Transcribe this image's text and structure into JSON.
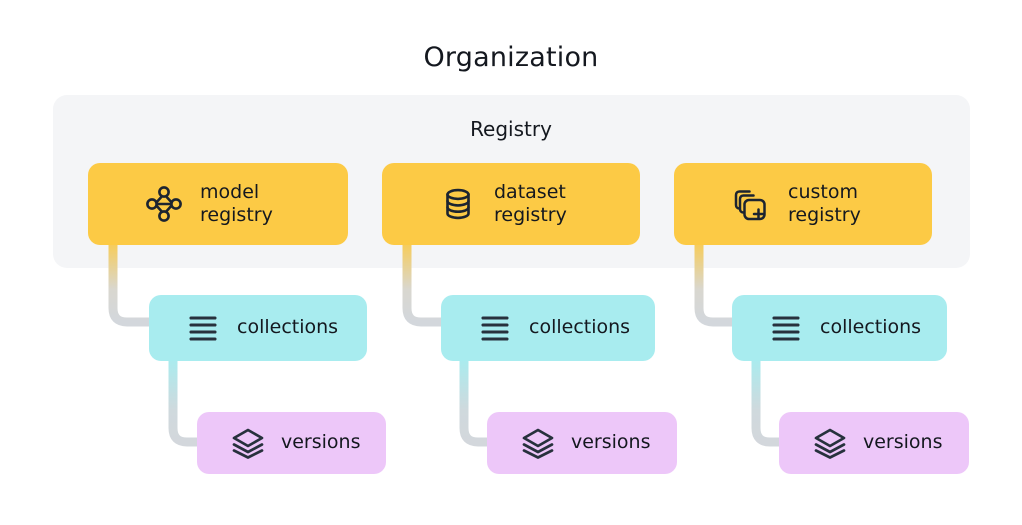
{
  "diagram": {
    "org_title": "Organization",
    "registry_title": "Registry",
    "colors": {
      "panel_bg": "#f4f5f7",
      "registry_box": "#fcca45",
      "collections_box": "#a8ecef",
      "versions_box": "#edc7f9",
      "text": "#14181f",
      "connector_gray": "#d3d7dc"
    },
    "columns": [
      {
        "registry": {
          "label": "model\nregistry",
          "icon": "network-nodes-icon"
        },
        "collections": {
          "label": "collections",
          "icon": "list-lines-icon"
        },
        "versions": {
          "label": "versions",
          "icon": "stacked-layers-icon"
        }
      },
      {
        "registry": {
          "label": "dataset\nregistry",
          "icon": "database-cylinder-icon"
        },
        "collections": {
          "label": "collections",
          "icon": "list-lines-icon"
        },
        "versions": {
          "label": "versions",
          "icon": "stacked-layers-icon"
        }
      },
      {
        "registry": {
          "label": "custom\nregistry",
          "icon": "stacked-squares-plus-icon"
        },
        "collections": {
          "label": "collections",
          "icon": "list-lines-icon"
        },
        "versions": {
          "label": "versions",
          "icon": "stacked-layers-icon"
        }
      }
    ]
  }
}
